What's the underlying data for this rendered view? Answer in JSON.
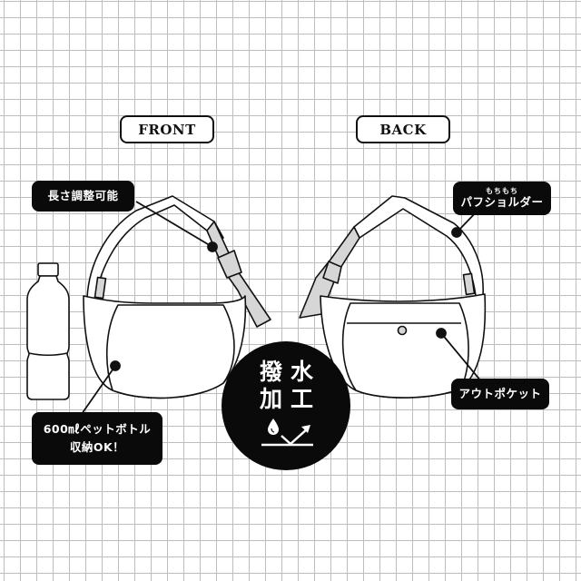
{
  "views": {
    "front_label": "FRONT",
    "back_label": "BACK"
  },
  "callouts": {
    "adjustable_length": "長さ調整可能",
    "puff_shoulder_small": "もちもち",
    "puff_shoulder": "パフショルダー",
    "bottle": {
      "line1": "600㎖ペットボトル",
      "line2": "収納OK！"
    },
    "outer_pocket": "アウトポケット"
  },
  "badge": {
    "chars": [
      "撥",
      "水",
      "加",
      "工"
    ],
    "icon": "water-repellent-icon"
  },
  "colors": {
    "ink": "#0a0a0a",
    "strap_gray": "#d6d6d6",
    "grid": "#bdbdbd",
    "background": "#ffffff"
  }
}
